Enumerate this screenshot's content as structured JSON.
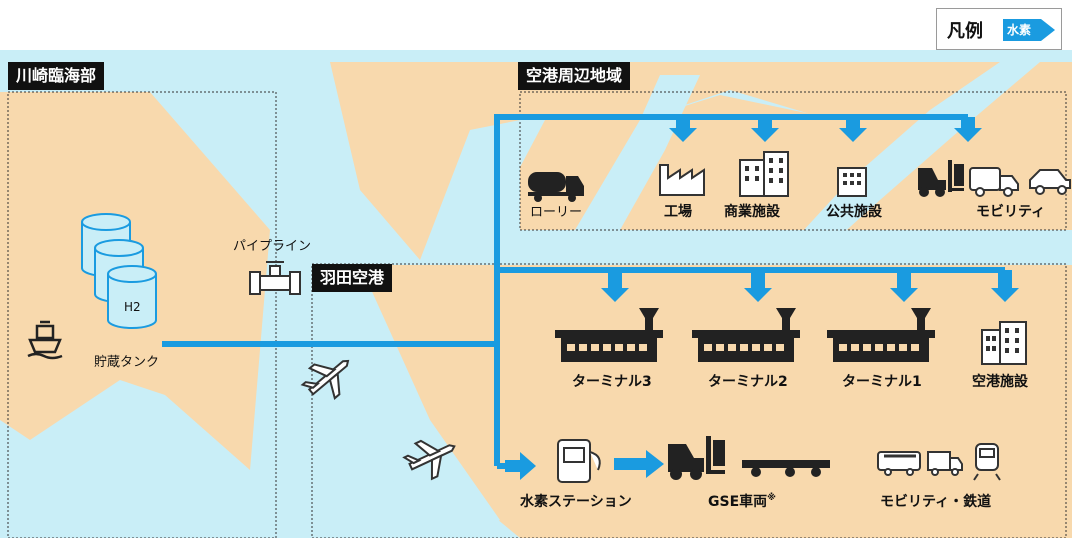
{
  "legend": {
    "title": "凡例",
    "arrow_label": "水素"
  },
  "areas": {
    "kawasaki": "川崎臨海部",
    "airport_surroundings": "空港周辺地域",
    "haneda": "羽田空港"
  },
  "labels": {
    "tank_h2": "H2",
    "storage_tank": "貯蔵タンク",
    "pipeline": "パイプライン",
    "lorry": "ローリー",
    "factory": "工場",
    "commercial": "商業施設",
    "public": "公共施設",
    "mobility_top": "モビリティ",
    "terminal3": "ターミナル3",
    "terminal2": "ターミナル2",
    "terminal1": "ターミナル1",
    "airport_facility": "空港施設",
    "hydrogen_station": "水素ステーション",
    "gse": "GSE車両",
    "gse_note": "※",
    "mobility_rail": "モビリティ・鉄道"
  },
  "icons": [
    "ship-icon",
    "tank-icon",
    "pipeline-valve-icon",
    "airplane-icon",
    "tanker-truck-icon",
    "factory-icon",
    "office-building-icon",
    "public-building-icon",
    "forklift-icon",
    "bus-icon",
    "car-icon",
    "terminal-icon",
    "hydrogen-pump-icon",
    "gse-cart-icon",
    "truck-icon",
    "train-icon"
  ],
  "colors": {
    "land": "#f8d9ad",
    "water": "#c9eef7",
    "flow": "#1a9be0",
    "icon": "#222222"
  }
}
